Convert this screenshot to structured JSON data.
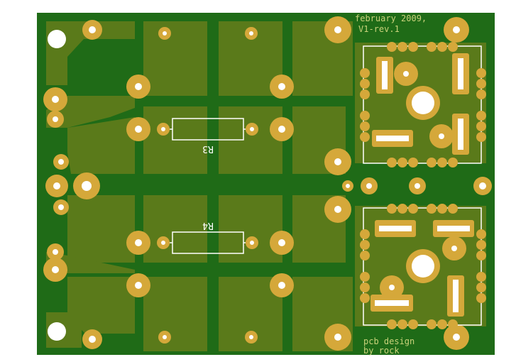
{
  "board": {
    "colors": {
      "background": "#ffffff",
      "substrate": "#1f6b17",
      "copper_fill": "#5a7a1a",
      "pad": "#d5a83a",
      "drill": "#ffffff",
      "silkscreen": "#ffffff"
    },
    "labels": {
      "r3": "R3",
      "r4": "R4",
      "date": "february 2009,",
      "revision": "V1-rev.1",
      "credit_line1": "pcb design",
      "credit_line2": "by rock"
    }
  }
}
